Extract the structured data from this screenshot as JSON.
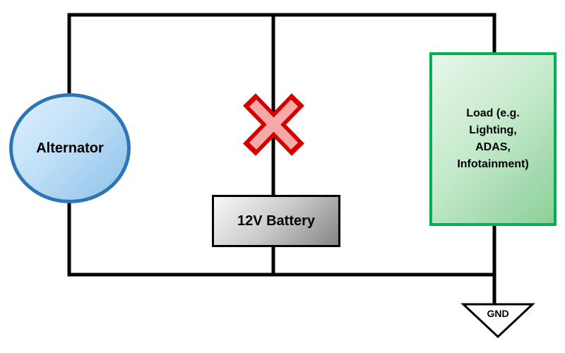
{
  "diagram": {
    "alternator": {
      "label": "Alternator"
    },
    "battery": {
      "label": "12V Battery"
    },
    "load": {
      "line1": "Load (e.g.",
      "line2": "Lighting,",
      "line3": "ADAS,",
      "line4": "Infotainment)"
    },
    "ground": {
      "label": "GND"
    },
    "fault_marker": "red-x-disconnection",
    "colors": {
      "wire": "#000000",
      "alternator_border": "#2e75b6",
      "alternator_fill": "#bfe0f7",
      "battery_border": "#000000",
      "battery_fill_light": "#f7f7f7",
      "battery_fill_dark": "#858585",
      "load_border": "#00b050",
      "load_fill_light": "#e7f7ea",
      "load_fill_dark": "#8ccf98",
      "x_outline": "#d40000",
      "x_fill": "#f7a8a8",
      "ground_fill": "#ffffff"
    }
  }
}
